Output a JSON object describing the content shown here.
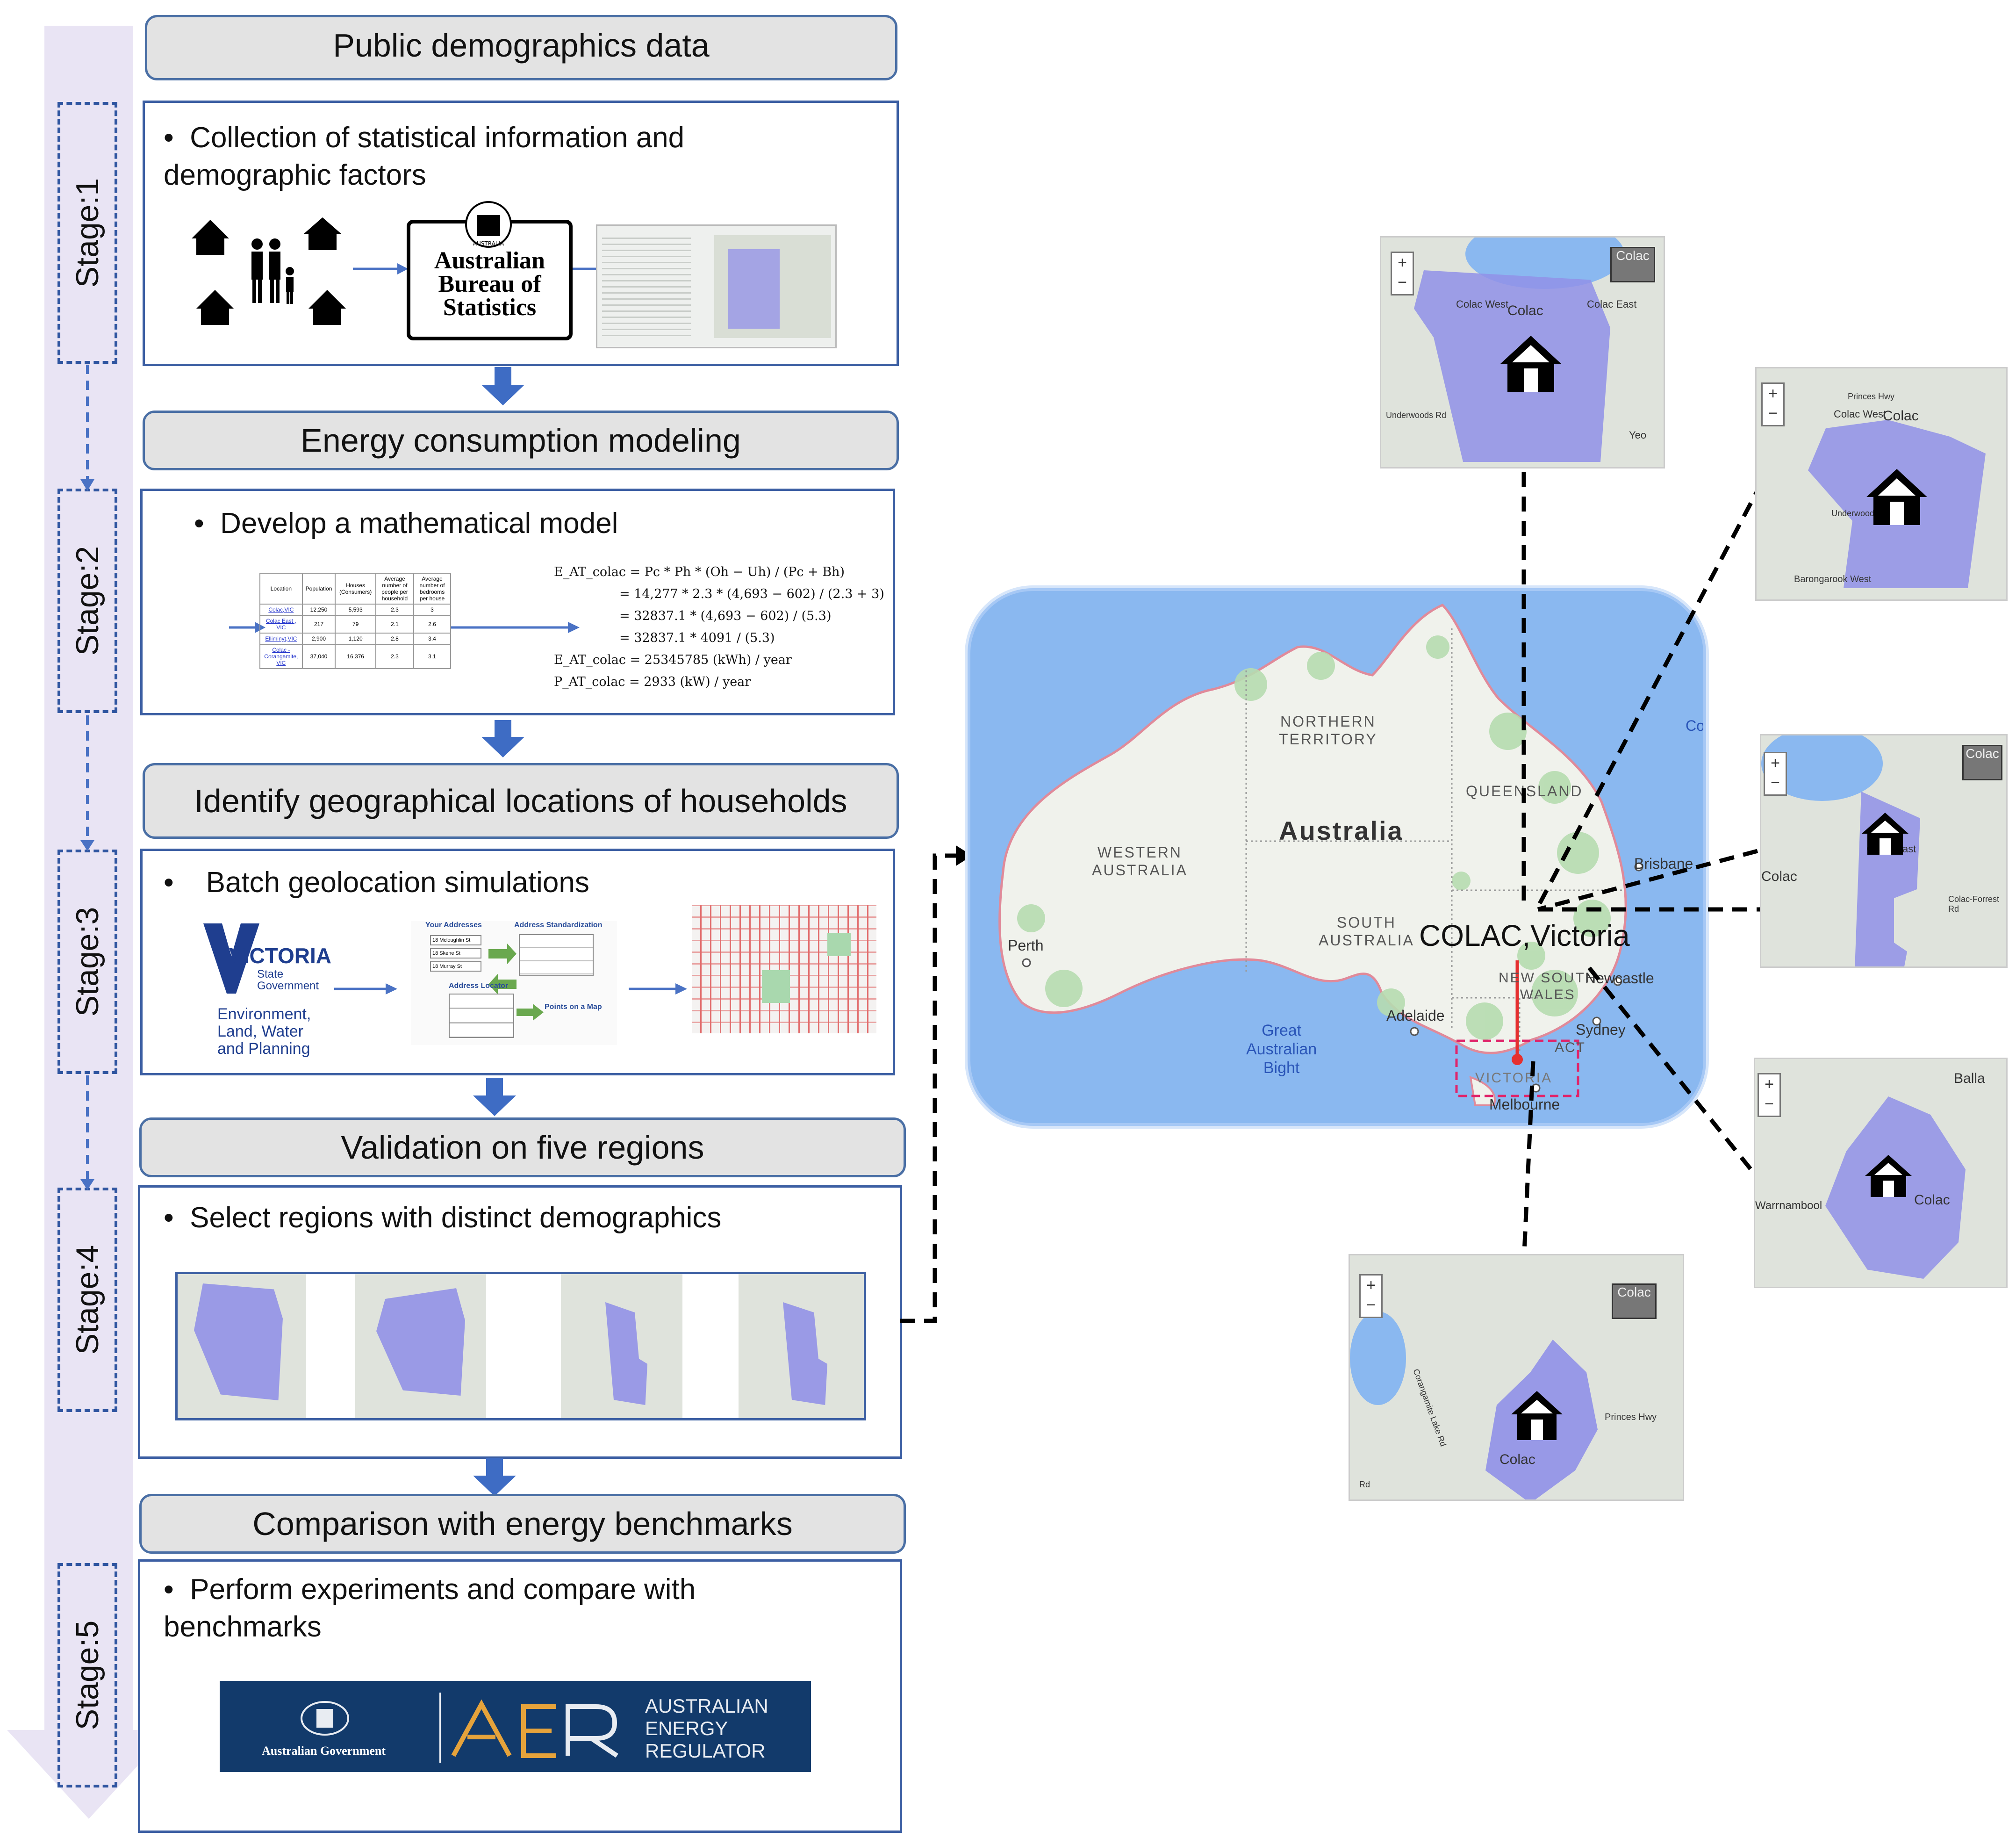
{
  "stages": [
    "Stage:1",
    "Stage:2",
    "Stage:3",
    "Stage:4",
    "Stage:5"
  ],
  "headers": {
    "h1": "Public demographics data",
    "h2": "Energy consumption modeling",
    "h3": "Identify geographical locations of households",
    "h4": "Validation on five regions",
    "h5": "Comparison with energy benchmarks"
  },
  "bullets": {
    "b1": "Collection of statistical information and demographic factors",
    "b2": "Develop a mathematical model",
    "b3": "Batch geolocation simulations",
    "b4": "Select regions with distinct demographics",
    "b5": "Perform experiments and compare with benchmarks"
  },
  "abs_logo": {
    "line1": "Australian",
    "line2": "Bureau of",
    "line3": "Statistics",
    "crest_text": "AUSTRALIA"
  },
  "table": {
    "headers": [
      "Location",
      "Population",
      "Houses (Consumers)",
      "Average number of people per household",
      "Average number of bedrooms per house"
    ],
    "rows": [
      [
        "Colac,VIC",
        "12,250",
        "5,593",
        "2.3",
        "3"
      ],
      [
        "Colac East , VIC",
        "217",
        "79",
        "2.1",
        "2.6"
      ],
      [
        "Elliminyt,VIC",
        "2,900",
        "1,120",
        "2.8",
        "3.4"
      ],
      [
        "Colac - Corangamite, VIC",
        "37,040",
        "16,376",
        "2.3",
        "3.1"
      ]
    ]
  },
  "equations": [
    "E_AT_colac = Pc * Ph * (Oh − Uh) / (Pc + Bh)",
    "= 14,277 * 2.3 * (4,693 − 602) / (2.3 + 3)",
    "= 32837.1 * (4,693 − 602) / (5.3)",
    "= 32837.1 * 4091 / (5.3)",
    "E_AT_colac = 25345785 (kWh) / year",
    "P_AT_colac = 2933 (kW) / year"
  ],
  "victoria": {
    "name": "VICTORIA",
    "sub1": "State",
    "sub2": "Government",
    "dept1": "Environment,",
    "dept2": "Land, Water",
    "dept3": "and Planning"
  },
  "geocode": {
    "your_addresses": "Your Addresses",
    "standardization": "Address Standardization",
    "locator": "Address Locator",
    "points": "Points on a Map",
    "addresses": [
      "18 Mcloughlin St",
      "18 Skene St",
      "18 Murray St"
    ]
  },
  "aer": {
    "gov": "Australian Government",
    "line1": "AUSTRALIAN",
    "line2": "ENERGY",
    "line3": "REGULATOR"
  },
  "map": {
    "labels": {
      "nt": "NORTHERN\nTERRITORY",
      "qld": "QUEENSLAND",
      "wa": "WESTERN\nAUSTRALIA",
      "sa": "SOUTH\nAUSTRALIA",
      "nsw": "NEW SOUTH\nWALES",
      "vic": "VICTORIA",
      "act": "ACT",
      "country": "Australia",
      "colac": "COLAC,Victoria",
      "perth": "Perth",
      "adelaide": "Adelaide",
      "melbourne": "Melbourne",
      "sydney": "Sydney",
      "newcastle": "Newcastle",
      "brisbane": "Brisbane",
      "bight": "Great\nAustralian\nBight",
      "coral": "Co"
    }
  },
  "region_maps": [
    {
      "labels": [
        "Colac",
        "Colac West",
        "Colac East",
        "Yeo",
        "Underwoods Rd"
      ],
      "inset": "Colac"
    },
    {
      "labels": [
        "Colac",
        "Colac West",
        "Barongarook West",
        "Underwoods Rd",
        "Princes Hwy"
      ],
      "inset": ""
    },
    {
      "labels": [
        "Colac East",
        "Colac",
        "Colac-Forrest Rd"
      ],
      "inset": "Colac"
    },
    {
      "labels": [
        "Warrnambool",
        "Balla",
        "Colac"
      ],
      "inset": ""
    },
    {
      "labels": [
        "Colac",
        "Princes Hwy",
        "Corangamite Lake Rd",
        "Rd"
      ],
      "inset": "Colac"
    }
  ],
  "zoom": {
    "plus": "+",
    "minus": "−"
  },
  "colors": {
    "arrow": "#3e6cc4",
    "border": "#3c5fa3",
    "polygon": "#8f8fe8",
    "header_bg": "#e3e3e3",
    "stage_bg": "#e9e4f4",
    "map_water": "#8ab8f0",
    "map_land": "#eef1ea"
  }
}
